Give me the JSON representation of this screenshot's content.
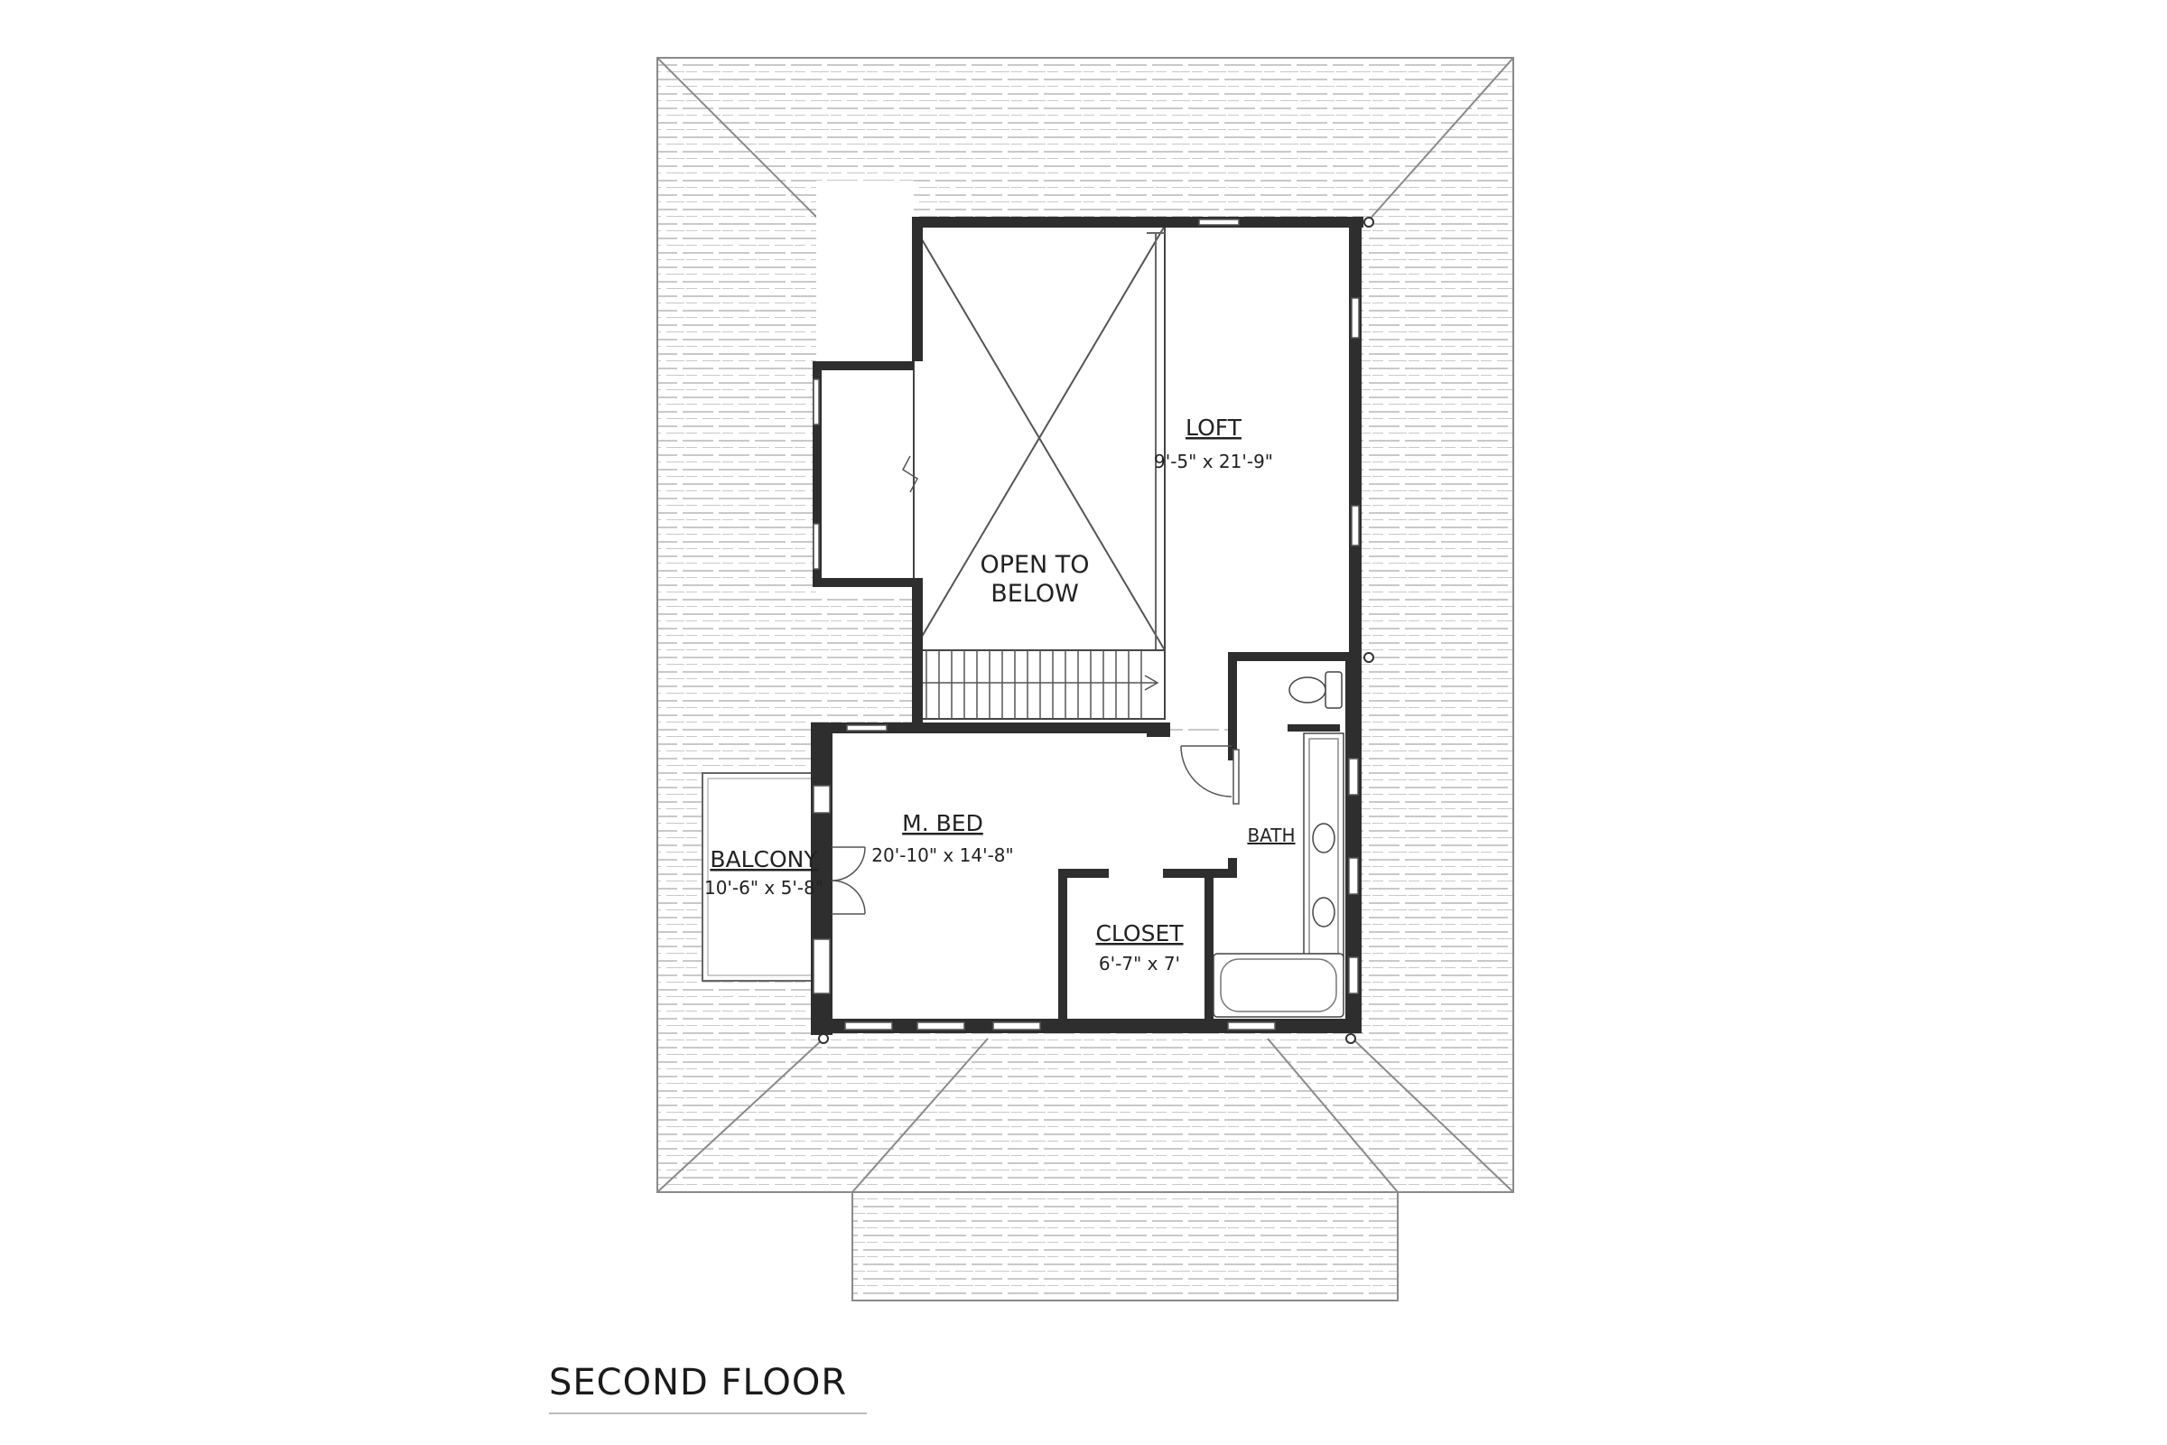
{
  "title": "SECOND FLOOR",
  "rooms": {
    "loft": {
      "name": "LOFT",
      "size": "9'-5\" x 21'-9\""
    },
    "open_to_below": {
      "line1": "OPEN TO",
      "line2": "BELOW"
    },
    "master_bed": {
      "name": "M. BED",
      "size": "20'-10\" x 14'-8\""
    },
    "balcony": {
      "name": "BALCONY",
      "size": "10'-6\" x 5'-8\""
    },
    "closet": {
      "name": "CLOSET",
      "size": "6'-7\" x 7'"
    },
    "bath": {
      "name": "BATH"
    }
  },
  "colors": {
    "wall": "#2e2e2e",
    "roof_line": "#c4c4c4",
    "outline": "#8a8a8a",
    "window": "#ffffff"
  }
}
